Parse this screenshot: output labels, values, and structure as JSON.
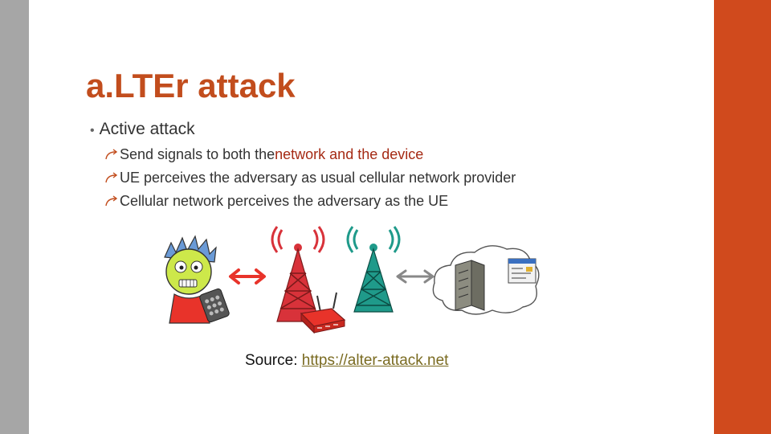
{
  "slide": {
    "title": "a.LTEr attack",
    "bullet_main": "Active attack",
    "sub_bullets": [
      {
        "pre": "Send signals to both the ",
        "highlight": "network and the device",
        "post": ""
      },
      {
        "pre": "UE perceives the adversary as usual cellular network provider",
        "highlight": "",
        "post": ""
      },
      {
        "pre": "Cellular network perceives the adversary as the UE",
        "highlight": "",
        "post": ""
      }
    ],
    "source_label": "Source: ",
    "source_link": "https://alter-attack.net"
  },
  "colors": {
    "accent": "#d04a1d",
    "title": "#c24d1d",
    "side_gray": "#a6a6a6",
    "highlight": "#a52a14",
    "link": "#7a6b21"
  }
}
